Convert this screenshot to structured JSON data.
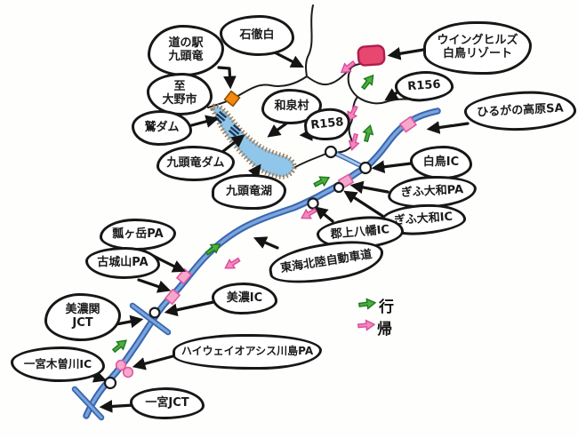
{
  "map": {
    "type": "hand-drawn route sketch map",
    "region": "Tokai-Hokuriku Expressway and Kuzuryu area"
  },
  "labels": {
    "michinoeki_kuzuryu": "道の駅\n九頭竜",
    "itoshiro": "石徹白",
    "wing_hills": "ウイングヒルズ\n白鳥リゾート",
    "r156": "R156",
    "to_ono_city": "至\n大野市",
    "izumi_mura": "和泉村",
    "r158": "R158",
    "hirugano_kogen_sa": "ひるがの高原SA",
    "washi_dam": "鷲ダム",
    "kuzuryu_dam": "九頭竜ダム",
    "shirotori_ic": "白鳥IC",
    "kuzuryu_lake": "九頭竜湖",
    "gifu_yamato_pa": "ぎふ大和PA",
    "gifu_yamato_ic": "ぎふ大和IC",
    "gujo_hachiman_ic": "郡上八幡IC",
    "tokai_hokuriku_expressway": "東海北陸自動車道",
    "fukubegatake_pa": "瓢ヶ岳PA",
    "kojozan_pa": "古城山PA",
    "mino_ic": "美濃IC",
    "mino_seki_jct": "美濃関\nJCT",
    "highway_oasis_kawashima_pa": "ハイウェイオアシス川島PA",
    "ichinomiya_kisogawa_ic": "一宮木曽川IC",
    "ichinomiya_jct": "一宮JCT"
  },
  "legend": {
    "go_label": "行",
    "return_label": "帰",
    "go_color": "#4caf3e",
    "return_color": "#f585bd"
  },
  "icons": {
    "go-arrow-icon": "green block arrow = outbound route",
    "return-arrow-icon": "pink block arrow = return route",
    "ic-circle-icon": "white circle = interchange / junction point",
    "pa-square-icon": "pink square = parking / service area on expressway",
    "pa-circles-icon": "pink twin circles = highway oasis",
    "michinoeki-diamond-icon": "orange diamond = roadside station",
    "resort-rect-icon": "pink rectangle = ski resort",
    "dam-hatch-icon": "dark hatch marks = dam",
    "lake-icon": "blue blob with brown shore = lake"
  },
  "colors": {
    "expressway_outer": "#3a66ae",
    "expressway_inner": "#79a5dc",
    "local_road": "#1c1c1c",
    "lake_fill": "#90c6e9",
    "shore": "#a3774f",
    "resort_fill": "#e8476f",
    "michinoeki_fill": "#f5870f",
    "marker_pink": "#f6a8cc",
    "arrow_black": "#141414"
  }
}
